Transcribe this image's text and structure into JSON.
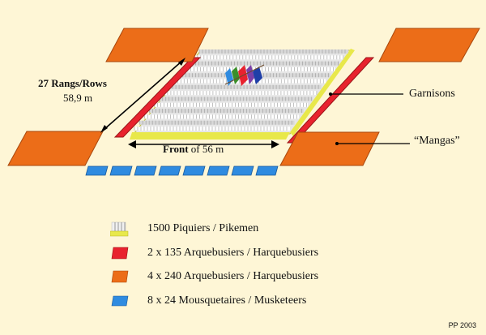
{
  "labels": {
    "rows_title": "27 Rangs/Rows",
    "rows_value": "58,9 m",
    "front_prefix": "Front",
    "front_suffix": " of 56 m",
    "garnisons": "Garnisons",
    "mangas": "“Mangas”"
  },
  "legend": [
    {
      "name": "pikemen",
      "text": "1500 Piquiers / Pikemen",
      "color": "#e8e84a",
      "icon": "pike-block-icon"
    },
    {
      "name": "harquebusiers-garrison",
      "text": "2 x 135 Arquebusiers / Harquebusiers",
      "color": "#e8222e",
      "icon": "red-block-icon"
    },
    {
      "name": "harquebusiers-mangas",
      "text": "4 x 240 Arquebusiers / Harquebusiers",
      "color": "#ec6d18",
      "icon": "orange-block-icon"
    },
    {
      "name": "musketeers",
      "text": "8 x 24 Mousquetaires / Musketeers",
      "color": "#2f8be0",
      "icon": "blue-block-icon"
    }
  ],
  "credit": "PP 2003",
  "colors": {
    "background": "#fef6d6",
    "pike_block": "#f2f2f2",
    "pike_base": "#e8e84a",
    "garrison": "#e8222e",
    "mangas": "#ec6d18",
    "musketeers": "#2f8be0"
  }
}
